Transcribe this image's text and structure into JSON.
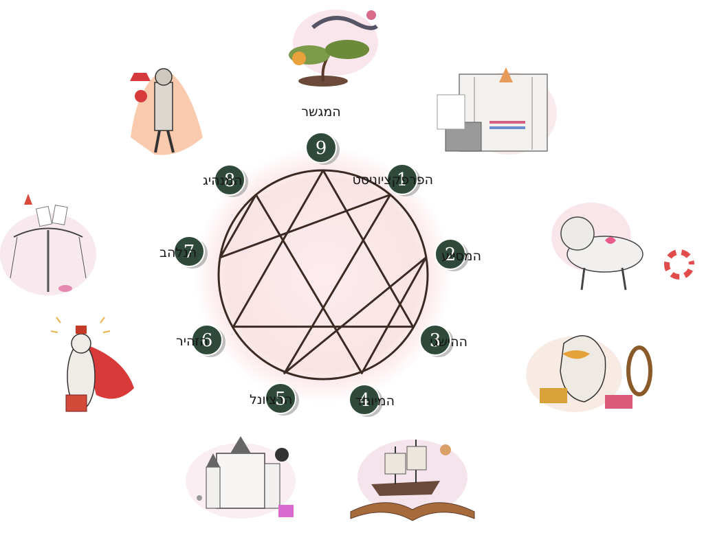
{
  "types": [
    {
      "number": "1",
      "label": "הפרפקציוניסט",
      "illustration": "wardrobe-closet-illustration"
    },
    {
      "number": "2",
      "label": "המסייע",
      "illustration": "lion-lifebuoy-illustration"
    },
    {
      "number": "3",
      "label": "ההישגי",
      "illustration": "shakespeare-mirror-illustration"
    },
    {
      "number": "4",
      "label": "המיוחד",
      "illustration": "ship-on-book-illustration"
    },
    {
      "number": "5",
      "label": "הרציונל",
      "illustration": "castle-formula-illustration"
    },
    {
      "number": "6",
      "label": "הזהיר",
      "illustration": "meerkat-cape-illustration"
    },
    {
      "number": "7",
      "label": "הנלהב",
      "illustration": "carousel-cards-illustration"
    },
    {
      "number": "8",
      "label": "המנהיג",
      "illustration": "knight-armor-illustration"
    },
    {
      "number": "9",
      "label": "המגשר",
      "illustration": "chameleon-bonsai-illustration"
    }
  ],
  "colors": {
    "node_fill": "#2f4a3a",
    "line": "#3b2a24",
    "center_glow": "#fbe3e5",
    "label_text": "#151515"
  }
}
